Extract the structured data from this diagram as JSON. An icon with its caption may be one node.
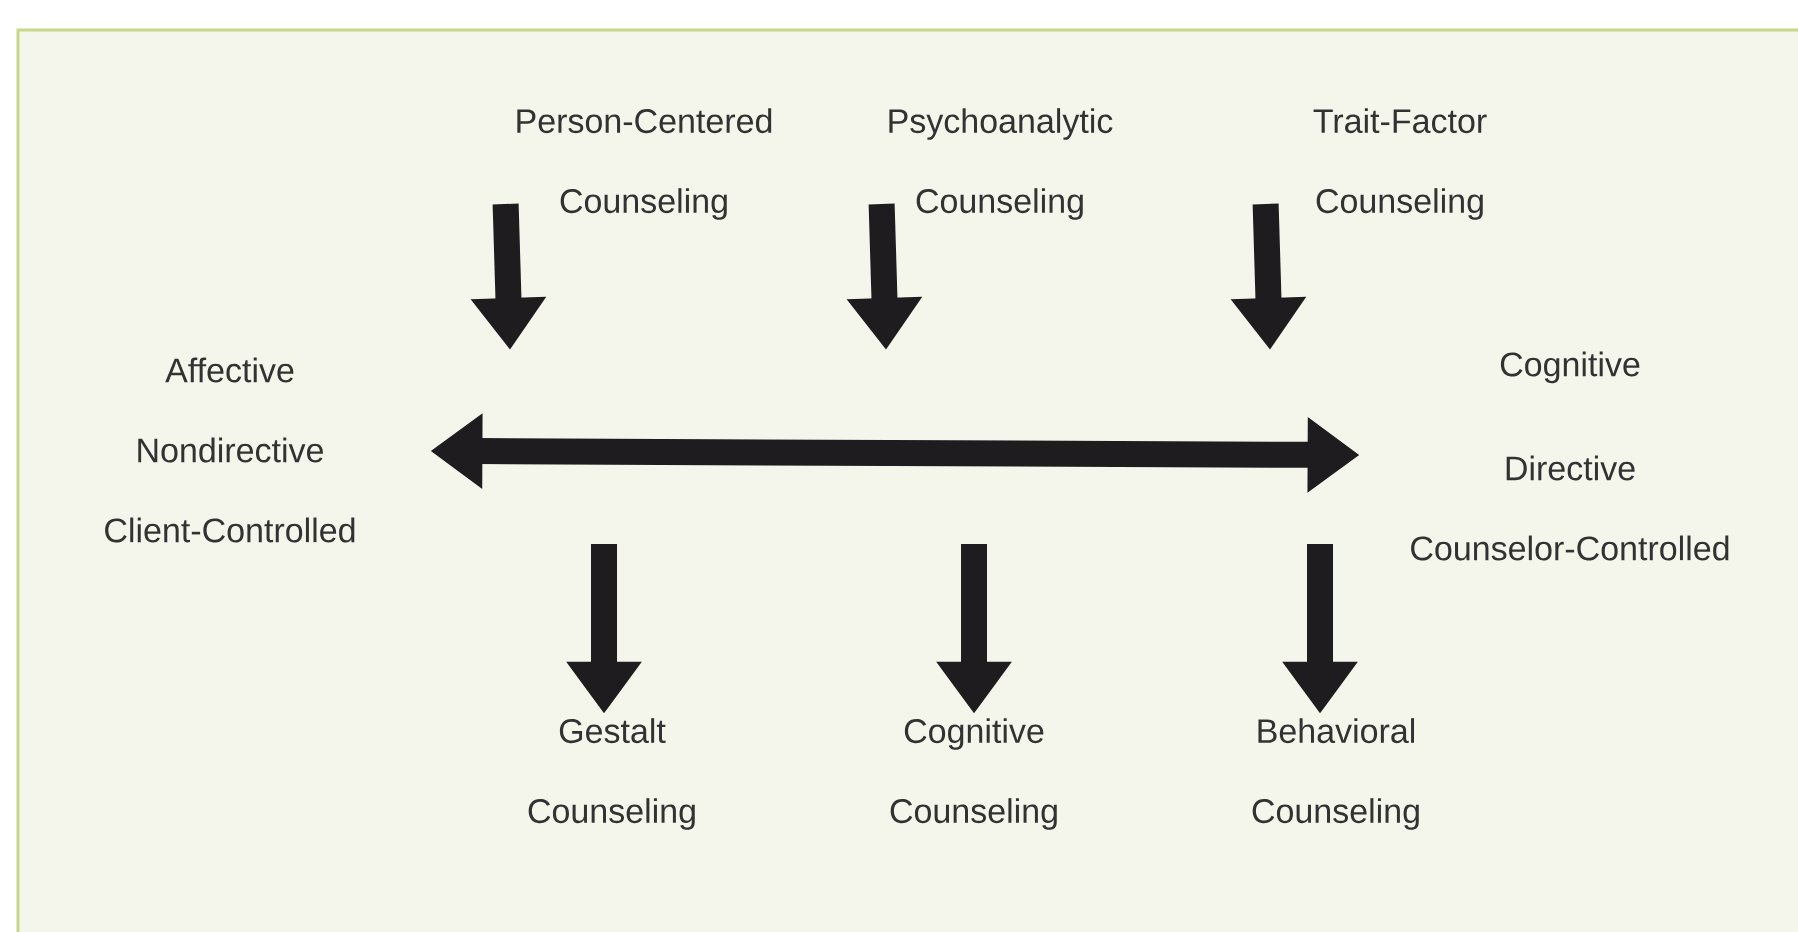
{
  "diagram": {
    "nodes": [
      {
        "text": [
          "Person-Centered Counseling"
        ]
      },
      {
        "text": [
          "Psychoanalytic Counseling"
        ]
      },
      {
        "text": [
          "Trait-Factor Counseling"
        ]
      },
      {
        "text": [
          "Affective",
          "Nondirective",
          "Client-Controlled"
        ]
      },
      {
        "text": [
          "Cognitive",
          "Directive",
          "Counselor-Controlled"
        ]
      },
      {
        "text": [
          "Gestalt Counseling"
        ]
      },
      {
        "text": [
          "Cognitive Counseling"
        ]
      },
      {
        "text": [
          "Behavioral Counseling"
        ]
      }
    ],
    "edges": [
      {
        "from": 0,
        "to": null,
        "arrow": "to"
      },
      {
        "from": 1,
        "to": null,
        "arrow": "to"
      },
      {
        "from": 2,
        "to": null,
        "arrow": "to"
      },
      {
        "from": 3,
        "to": 4,
        "arrow": "both"
      },
      {
        "from": null,
        "to": 5,
        "arrow": "to"
      },
      {
        "from": null,
        "to": 6,
        "arrow": "to"
      },
      {
        "from": null,
        "to": 7,
        "arrow": "to"
      }
    ]
  }
}
